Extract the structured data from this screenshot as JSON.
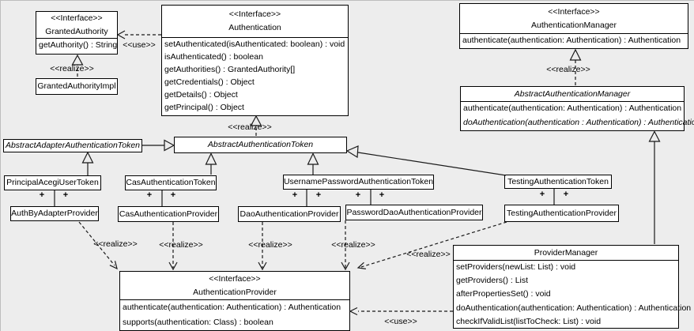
{
  "boxes": {
    "granted_authority": {
      "stereotype": "<<Interface>>",
      "name": "GrantedAuthority",
      "methods": [
        "getAuthority() : String"
      ]
    },
    "granted_authority_impl": {
      "name": "GrantedAuthorityImpl"
    },
    "authentication": {
      "stereotype": "<<Interface>>",
      "name": "Authentication",
      "methods": [
        "setAuthenticated(isAuthenticated: boolean) : void",
        "isAuthenticated() : boolean",
        "getAuthorities() : GrantedAuthority[]",
        "getCredentials() : Object",
        "getDetails() : Object",
        "getPrincipal() : Object"
      ]
    },
    "authentication_manager": {
      "stereotype": "<<Interface>>",
      "name": "AuthenticationManager",
      "methods": [
        "authenticate(authentication: Authentication) : Authentication"
      ]
    },
    "abstract_authentication_manager": {
      "name": "AbstractAuthenticationManager",
      "methods": [
        "authenticate(authentication: Authentication) : Authentication",
        "doAuthentication(authentication : Authentication) : Authentication"
      ]
    },
    "abstract_adapter_authentication_token": {
      "name": "AbstractAdapterAuthenticationToken"
    },
    "abstract_authentication_token": {
      "name": "AbstractAuthenticationToken"
    },
    "principal_acegi_user_token": {
      "name": "PrincipalAcegiUserToken"
    },
    "cas_authentication_token": {
      "name": "CasAuthenticationToken"
    },
    "username_password_authentication_token": {
      "name": "UsernamePasswordAuthenticationToken"
    },
    "testing_authentication_token": {
      "name": "TestingAuthenticationToken"
    },
    "auth_by_adapter_provider": {
      "name": "AuthByAdapterProvider"
    },
    "cas_authentication_provider": {
      "name": "CasAuthenticationProvider"
    },
    "dao_authentication_provider": {
      "name": "DaoAuthenticationProvider"
    },
    "password_dao_authentication_provider": {
      "name": "PasswordDaoAuthenticationProvider"
    },
    "testing_authentication_provider": {
      "name": "TestingAuthenticationProvider"
    },
    "authentication_provider": {
      "stereotype": "<<Interface>>",
      "name": "AuthenticationProvider",
      "methods": [
        "authenticate(authentication: Authentication) : Authentication",
        "supports(authentication: Class) : boolean"
      ]
    },
    "provider_manager": {
      "name": "ProviderManager",
      "methods": [
        "setProviders(newList: List) : void",
        "getProviders() : List",
        "afterPropertiesSet() : void",
        "doAuthentication(authentication: Authentication) : Authentication",
        "checkIfValidList(listToCheck: List) : void"
      ]
    }
  },
  "labels": {
    "use_top": "<<use>>",
    "use_bottom": "<<use>>",
    "realize_granted_authority": "<<realize>>",
    "realize_authentication": "<<realize>>",
    "realize_authentication_manager": "<<realize>>",
    "realize_auth_by_adapter": "<<realize>>",
    "realize_cas": "<<realize>>",
    "realize_dao": "<<realize>>",
    "realize_password_dao": "<<realize>>",
    "realize_testing": "<<realize>>",
    "plus": "+"
  },
  "colors": {
    "background": "#ededed",
    "box_fill": "#ffffff",
    "line": "#1a1a1a"
  }
}
